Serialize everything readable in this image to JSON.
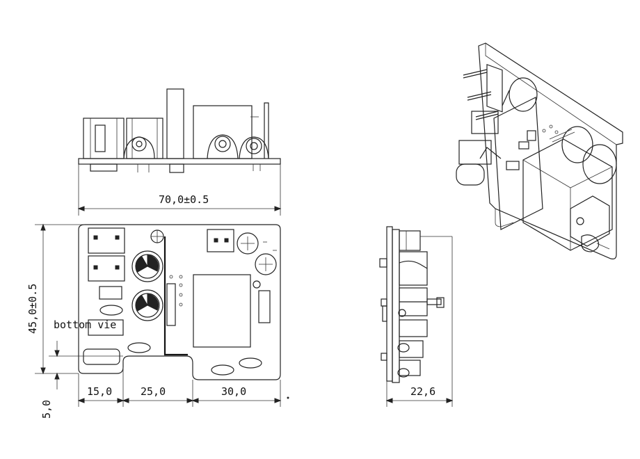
{
  "drawing": {
    "dim_width": "70,0±0.5",
    "dim_height": "45,0±0.5",
    "dim_seg_1": "15,0",
    "dim_seg_2": "25,0",
    "dim_seg_3": "30,0",
    "dim_notch": "5,0",
    "dim_depth": "22,6",
    "view_label": "bottom  vie"
  },
  "colors": {
    "line": "#222222",
    "background": "#ffffff"
  }
}
